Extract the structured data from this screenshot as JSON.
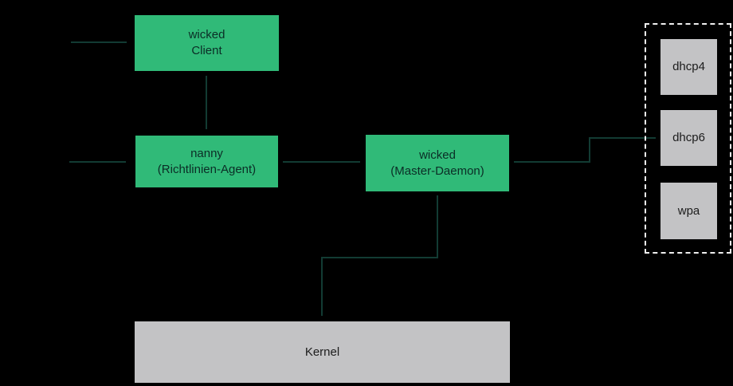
{
  "diagram": {
    "title": "wicked network architecture diagram",
    "nodes": {
      "client": {
        "line1": "wicked",
        "line2": "Client"
      },
      "nanny": {
        "line1": "nanny",
        "line2": "(Richtlinien-Agent)"
      },
      "master": {
        "line1": "wicked",
        "line2": "(Master-Daemon)"
      },
      "dhcp4": {
        "label": "dhcp4"
      },
      "dhcp6": {
        "label": "dhcp6"
      },
      "wpa": {
        "label": "wpa"
      },
      "kernel": {
        "label": "Kernel"
      }
    },
    "edges": [
      "left-stub to wicked Client",
      "left-stub to nanny",
      "wicked Client to nanny (vertical)",
      "nanny to wicked Master-Daemon (horizontal)",
      "wicked Master-Daemon to dhcp6 (right, stepped)",
      "wicked Master-Daemon to Kernel (down, stepped)"
    ]
  },
  "colors": {
    "background": "#000000",
    "node_green": "#30ba78",
    "node_green_text": "#0b2d26",
    "node_gray": "#c3c3c5",
    "node_gray_text": "#1c1c1c",
    "line": "#123b33",
    "dashed_border": "#efefef"
  }
}
